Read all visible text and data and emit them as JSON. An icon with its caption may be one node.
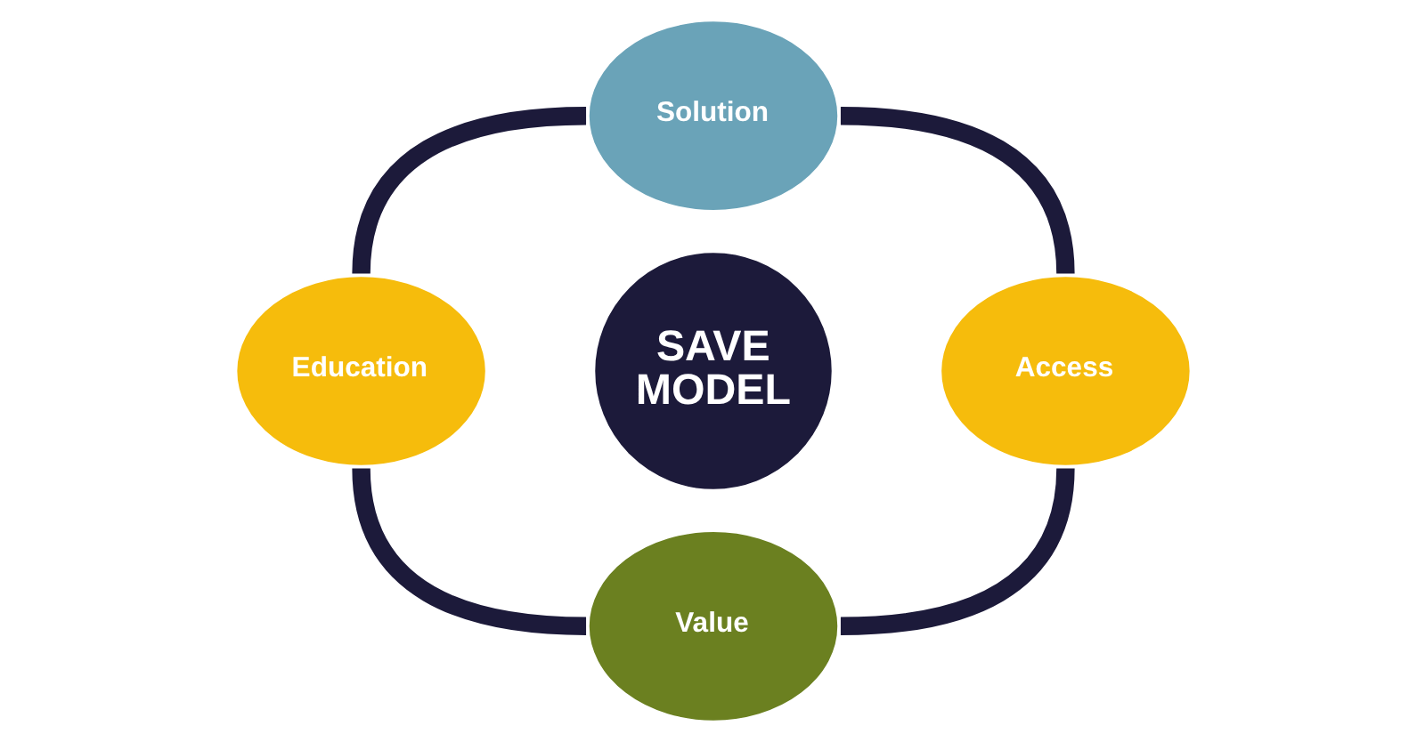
{
  "diagram": {
    "nodes": [
      {
        "text": [
          "Solution"
        ]
      },
      {
        "text": [
          "Education"
        ]
      },
      {
        "text": [
          "SAVE MODEL"
        ]
      },
      {
        "text": [
          "Access"
        ]
      },
      {
        "text": [
          "Value"
        ]
      }
    ],
    "edges": [
      {
        "from": 0,
        "to": 1,
        "arrow": "none"
      },
      {
        "from": 0,
        "to": 3,
        "arrow": "none"
      },
      {
        "from": 1,
        "to": 4,
        "arrow": "none"
      },
      {
        "from": 3,
        "to": 4,
        "arrow": "none"
      }
    ]
  }
}
